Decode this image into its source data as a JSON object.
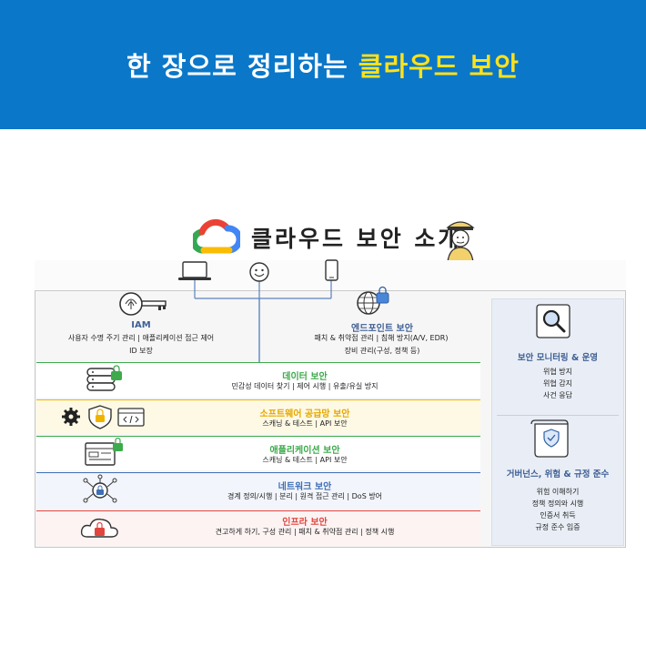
{
  "banner": {
    "title_prefix": "한 장으로 정리하는 ",
    "title_highlight": "클라우드 보안"
  },
  "header": {
    "title": "클라우드 보안 소개"
  },
  "iam": {
    "title": "IAM",
    "line1": "사용자 수명 주기 관리 | 애플리케이션 접근 제어",
    "line2": "ID 보장"
  },
  "endpoint": {
    "title": "엔드포인트 보안",
    "line1": "패치 & 취약점 관리 | 침해 방지(A/V, EDR)",
    "line2": "장비 관리(구성, 정책 등)"
  },
  "layers": [
    {
      "title": "데이터 보안",
      "desc": "민감성 데이터 찾기 | 제어 시행 | 유출/유실 방지"
    },
    {
      "title": "소프트웨어 공급망 보안",
      "desc": "스캐닝 & 테스트 | API 보안"
    },
    {
      "title": "애플리케이션 보안",
      "desc": "스캐닝 & 테스트 | API 보안"
    },
    {
      "title": "네트워크 보안",
      "desc": "경계 정의/시행 | 분리 | 원격 접근 관리 | DoS 방어"
    },
    {
      "title": "인프라 보안",
      "desc": "견고하게 하기, 구성 관리 | 패치 & 취약점 관리 | 정책 시행"
    }
  ],
  "monitoring": {
    "title": "보안 모니터링 & 운영",
    "items": [
      "위협 방지",
      "위협 감지",
      "사건 응답"
    ]
  },
  "governance": {
    "title": "거버넌스, 위험 & 규정 준수",
    "items": [
      "위험 이해하기",
      "정책 정의와 시행",
      "인증서 취득",
      "규정 준수 입증"
    ]
  },
  "colors": {
    "banner": "#0a77c9",
    "highlight": "#ffe21a",
    "blue_text": "#3f5f95",
    "data": "#3daa4b",
    "supply": "#f0b400",
    "app": "#3daa4b",
    "network": "#3f6fb5",
    "infra": "#e0463e"
  },
  "icons": [
    "google-cloud-icon",
    "laptop-icon",
    "smiley-icon",
    "phone-icon",
    "fingerprint-key-icon",
    "globe-lock-icon",
    "database-lock-icon",
    "gear-icon",
    "shield-lock-icon",
    "code-window-icon",
    "app-window-lock-icon",
    "network-lock-icon",
    "cloud-lock-icon",
    "magnifier-icon",
    "scroll-shield-icon",
    "mascot-icon"
  ]
}
